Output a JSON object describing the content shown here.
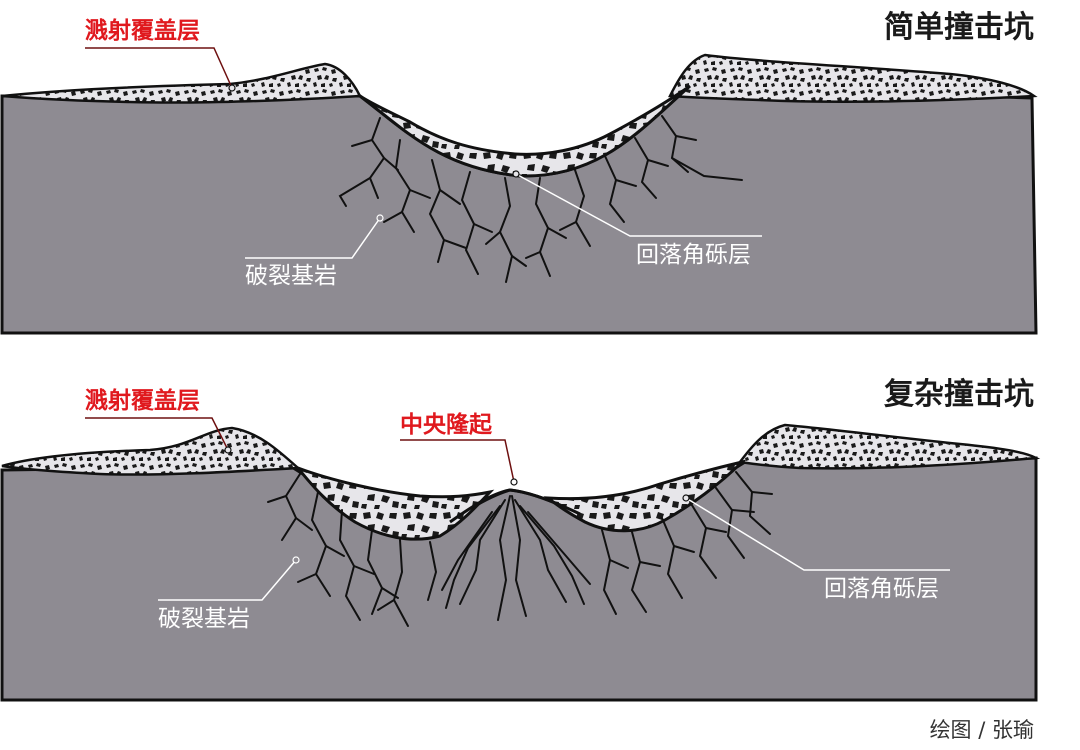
{
  "top_panel": {
    "title": "简单撞击坑",
    "ejecta_label": "溅射覆盖层",
    "bedrock_label": "破裂基岩",
    "breccia_label": "回落角砾层"
  },
  "bottom_panel": {
    "title": "复杂撞击坑",
    "ejecta_label": "溅射覆盖层",
    "uplift_label": "中央隆起",
    "bedrock_label": "破裂基岩",
    "breccia_label": "回落角砾层"
  },
  "credit": "绘图 / 张瑜",
  "colors": {
    "bedrock": "#8e8b92",
    "outline": "#111111",
    "ejecta": "#e7e6ea",
    "label_red": "#e0191e",
    "label_white": "#ffffff",
    "leader_red": "#6e1010"
  }
}
